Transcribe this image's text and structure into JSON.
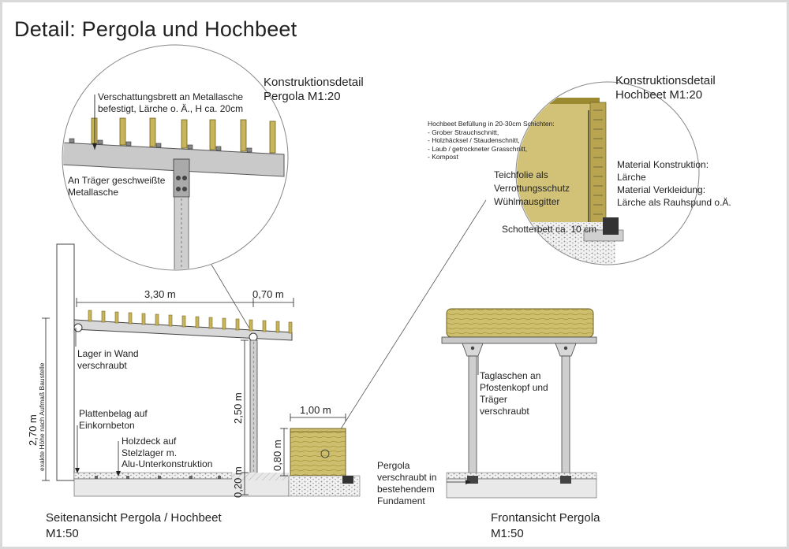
{
  "title": "Detail:  Pergola  und Hochbeet",
  "detail_pergola": {
    "heading": [
      "Konstruktionsdetail",
      "Pergola  M1:20"
    ],
    "note_board": [
      "Verschattungsbrett an Metallasche",
      "befestigt, Lärche o. Ä., H ca. 20cm"
    ],
    "note_lasche": [
      "An Träger geschweißte",
      "Metallasche"
    ]
  },
  "detail_hochbeet": {
    "heading": [
      "Konstruktionsdetail",
      "Hochbeet M1:20"
    ],
    "fill_notes": [
      "Hochbeet Befüllung in 20-30cm Schichten:",
      "- Grober Strauchschnitt,",
      "- Holzhäcksel  / Staudenschnitt,",
      "- Laub / getrockneter Grasschnitt,",
      "- Kompost"
    ],
    "layers": [
      "Teichfolie als",
      "Verrottungsschutz",
      "Wühlmausgitter"
    ],
    "gravel": "Schotterbett ca. 10 cm",
    "material": [
      "Material Konstruktion:",
      "Lärche",
      "Material Verkleidung:",
      "Lärche als Rauhspund o.Ä."
    ]
  },
  "side_view": {
    "dim_span": "3,30 m",
    "dim_overhang": "0,70 m",
    "dim_total_height": "2,70 m",
    "dim_height_note": "exakte  Höhe nach Aufmaß Baustelle",
    "dim_post": "2,50 m",
    "dim_base": "0,20 m",
    "dim_bed_width": "1,00 m",
    "dim_bed_height": "0,80 m",
    "note_lager": [
      "Lager in Wand",
      "verschraubt"
    ],
    "note_platten": [
      "Plattenbelag auf",
      "Einkornbeton"
    ],
    "note_holzdeck": [
      "Holzdeck auf",
      "Stelzlager m.",
      "Alu-Unterkonstruktion"
    ],
    "caption": [
      "Seitenansicht  Pergola  / Hochbeet",
      "M1:50"
    ]
  },
  "front_view": {
    "note_taglaschen": [
      "Taglaschen  an",
      "Pfostenkopf und",
      "Träger",
      "verschraubt"
    ],
    "note_fundament": [
      "Pergola",
      "verschraubt in",
      "bestehendem",
      "Fundament"
    ],
    "caption": [
      "Frontansicht  Pergola",
      "M1:50"
    ]
  },
  "colors": {
    "frame": "#d9d9d9",
    "wood": "#c9bd6a",
    "wood_dark": "#a89838",
    "steel": "#c4c4c4",
    "concrete": "#e6e6e6",
    "gravel": "#bdbdbd"
  }
}
